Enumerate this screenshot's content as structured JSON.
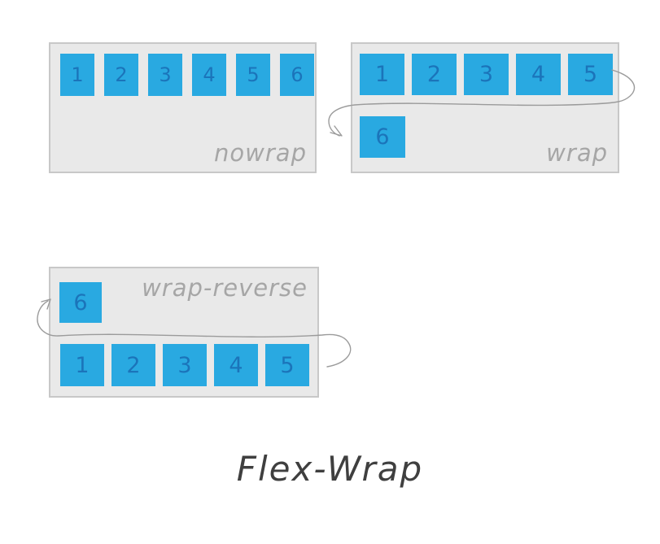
{
  "title": "Flex-Wrap",
  "panels": {
    "nowrap": {
      "label": "nowrap",
      "items": [
        "1",
        "2",
        "3",
        "4",
        "5",
        "6"
      ]
    },
    "wrap": {
      "label": "wrap",
      "row1": [
        "1",
        "2",
        "3",
        "4",
        "5"
      ],
      "row2": [
        "6"
      ]
    },
    "wrap_reverse": {
      "label": "wrap-reverse",
      "top_row": [
        "6"
      ],
      "bottom_row": [
        "1",
        "2",
        "3",
        "4",
        "5"
      ]
    }
  },
  "colors": {
    "box_fill": "#e9e9e9",
    "box_border": "#c8c8c8",
    "item_fill": "#29a9e1",
    "item_text": "#1b74ba",
    "label": "#a6a6a6",
    "arrow": "#9b9b9b",
    "title": "#3f3f3f"
  }
}
